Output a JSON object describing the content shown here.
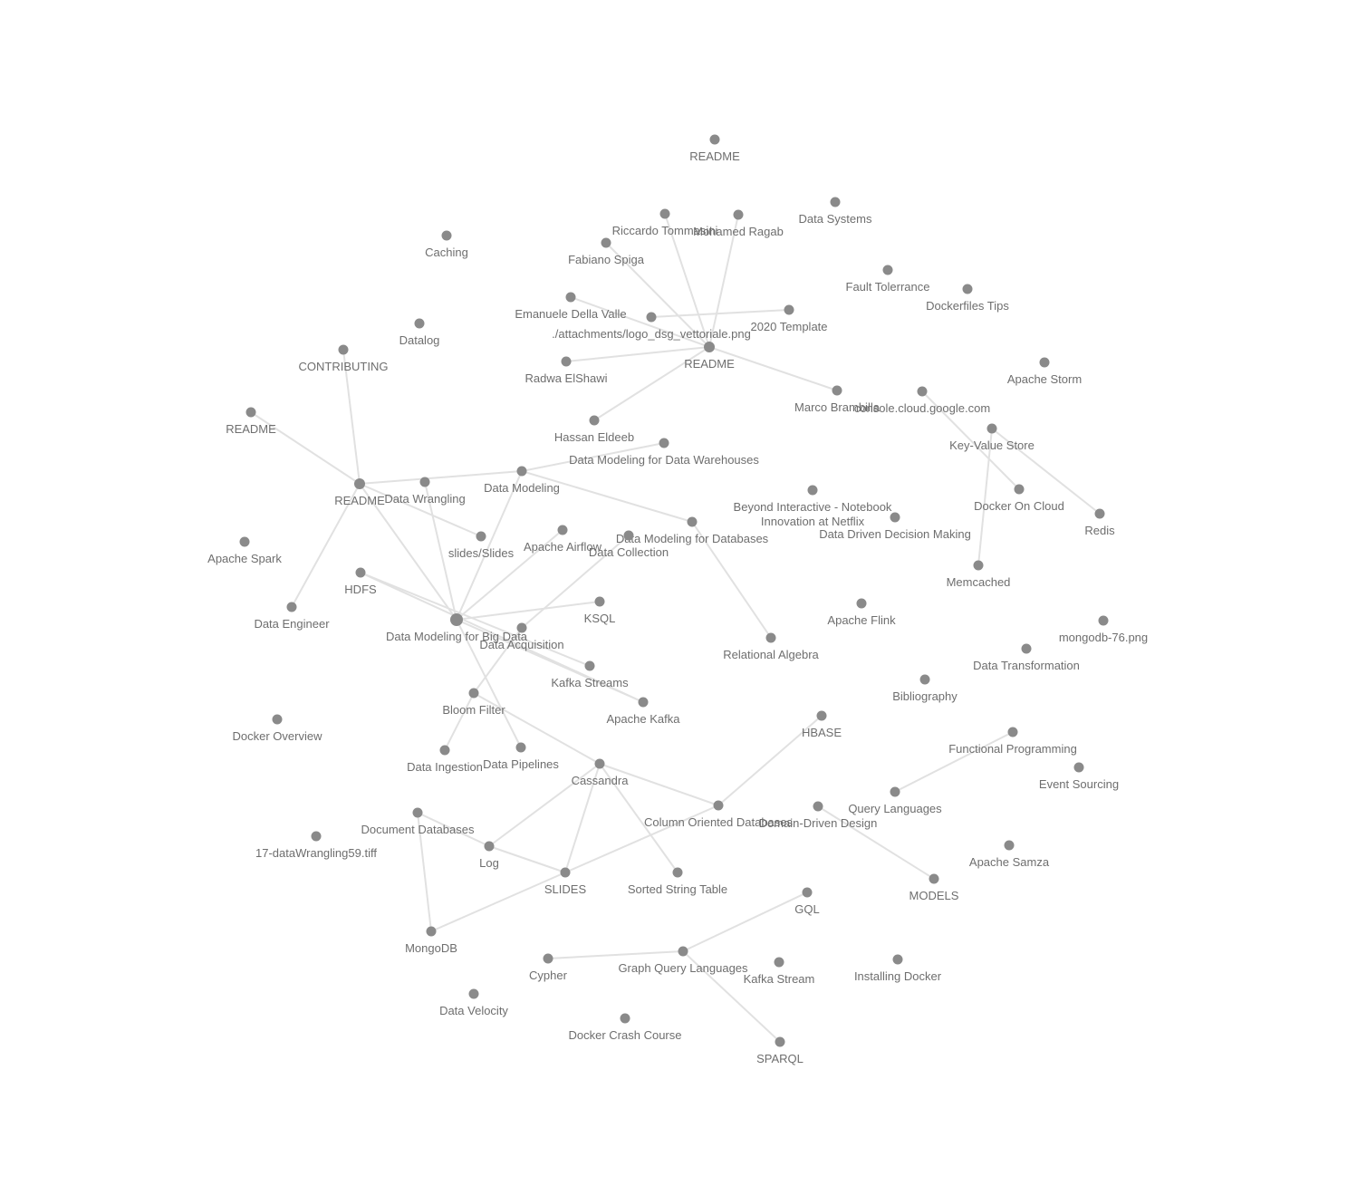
{
  "graph": {
    "nodes": [
      {
        "id": "n1",
        "label": "README"
      },
      {
        "id": "n2",
        "label": "Riccardo Tommasini"
      },
      {
        "id": "n3",
        "label": "Mohamed Ragab"
      },
      {
        "id": "n4",
        "label": "Data Systems"
      },
      {
        "id": "n5",
        "label": "Caching"
      },
      {
        "id": "n6",
        "label": "Fabiano Spiga"
      },
      {
        "id": "n7",
        "label": "Fault Tolerrance"
      },
      {
        "id": "n8",
        "label": "Dockerfiles Tips"
      },
      {
        "id": "n9",
        "label": "Emanuele Della Valle"
      },
      {
        "id": "n10",
        "label": "2020 Template"
      },
      {
        "id": "n11",
        "label": "./attachments/logo_dsg_vettoriale.png"
      },
      {
        "id": "n12",
        "label": "Datalog"
      },
      {
        "id": "n13",
        "label": "CONTRIBUTING"
      },
      {
        "id": "n14",
        "label": "README"
      },
      {
        "id": "n15",
        "label": "Radwa ElShawi"
      },
      {
        "id": "n16",
        "label": "Apache Storm"
      },
      {
        "id": "n17",
        "label": "Marco Brambilla"
      },
      {
        "id": "n18",
        "label": "console.cloud.google.com"
      },
      {
        "id": "n19",
        "label": "README"
      },
      {
        "id": "n20",
        "label": "Hassan Eldeeb"
      },
      {
        "id": "n21",
        "label": "Key-Value Store"
      },
      {
        "id": "n22",
        "label": "Data Modeling for Data Warehouses"
      },
      {
        "id": "n23",
        "label": "README"
      },
      {
        "id": "n24",
        "label": "Data Wrangling"
      },
      {
        "id": "n25",
        "label": "Data Modeling"
      },
      {
        "id": "n26",
        "label": "Beyond Interactive - Notebook Innovation at Netflix"
      },
      {
        "id": "n27",
        "label": "Docker On Cloud"
      },
      {
        "id": "n28",
        "label": "Redis"
      },
      {
        "id": "n29",
        "label": "Data Driven Decision Making"
      },
      {
        "id": "n30",
        "label": "Data Modeling for Databases"
      },
      {
        "id": "n31",
        "label": "Apache Spark"
      },
      {
        "id": "n32",
        "label": "slides/Slides"
      },
      {
        "id": "n33",
        "label": "Apache Airflow"
      },
      {
        "id": "n34",
        "label": "Data Collection"
      },
      {
        "id": "n35",
        "label": "HDFS"
      },
      {
        "id": "n36",
        "label": "Memcached"
      },
      {
        "id": "n37",
        "label": "Data Engineer"
      },
      {
        "id": "n38",
        "label": "KSQL"
      },
      {
        "id": "n39",
        "label": "Apache Flink"
      },
      {
        "id": "n40",
        "label": "Data Modeling for Big Data"
      },
      {
        "id": "n41",
        "label": "Data Acquisition"
      },
      {
        "id": "n42",
        "label": "mongodb-76.png"
      },
      {
        "id": "n43",
        "label": "Relational Algebra"
      },
      {
        "id": "n44",
        "label": "Data Transformation"
      },
      {
        "id": "n45",
        "label": "Kafka Streams"
      },
      {
        "id": "n46",
        "label": "Bibliography"
      },
      {
        "id": "n47",
        "label": "Bloom Filter"
      },
      {
        "id": "n48",
        "label": "Apache Kafka"
      },
      {
        "id": "n49",
        "label": "HBASE"
      },
      {
        "id": "n50",
        "label": "Docker Overview"
      },
      {
        "id": "n51",
        "label": "Functional Programming"
      },
      {
        "id": "n52",
        "label": "Data Ingestion"
      },
      {
        "id": "n53",
        "label": "Data Pipelines"
      },
      {
        "id": "n54",
        "label": "Cassandra"
      },
      {
        "id": "n55",
        "label": "Event Sourcing"
      },
      {
        "id": "n56",
        "label": "Query Languages"
      },
      {
        "id": "n57",
        "label": "Column Oriented Databases"
      },
      {
        "id": "n58",
        "label": "Domain-Driven Design"
      },
      {
        "id": "n59",
        "label": "Document Databases"
      },
      {
        "id": "n60",
        "label": "17-dataWrangling59.tiff"
      },
      {
        "id": "n61",
        "label": "Log"
      },
      {
        "id": "n62",
        "label": "Apache Samza"
      },
      {
        "id": "n63",
        "label": "SLIDES"
      },
      {
        "id": "n64",
        "label": "Sorted String Table"
      },
      {
        "id": "n65",
        "label": "MODELS"
      },
      {
        "id": "n66",
        "label": "GQL"
      },
      {
        "id": "n67",
        "label": "MongoDB"
      },
      {
        "id": "n68",
        "label": "Cypher"
      },
      {
        "id": "n69",
        "label": "Graph Query Languages"
      },
      {
        "id": "n70",
        "label": "Kafka Stream"
      },
      {
        "id": "n71",
        "label": "Installing Docker"
      },
      {
        "id": "n72",
        "label": "Data Velocity"
      },
      {
        "id": "n73",
        "label": "Docker Crash Course"
      },
      {
        "id": "n74",
        "label": "SPARQL"
      }
    ],
    "edges": [
      [
        "n2",
        "n19"
      ],
      [
        "n3",
        "n19"
      ],
      [
        "n6",
        "n19"
      ],
      [
        "n9",
        "n19"
      ],
      [
        "n11",
        "n10"
      ],
      [
        "n15",
        "n19"
      ],
      [
        "n20",
        "n19"
      ],
      [
        "n17",
        "n19"
      ],
      [
        "n14",
        "n23"
      ],
      [
        "n13",
        "n23"
      ],
      [
        "n23",
        "n25"
      ],
      [
        "n25",
        "n22"
      ],
      [
        "n25",
        "n30"
      ],
      [
        "n30",
        "n43"
      ],
      [
        "n23",
        "n32"
      ],
      [
        "n23",
        "n37"
      ],
      [
        "n23",
        "n40"
      ],
      [
        "n24",
        "n40"
      ],
      [
        "n25",
        "n40"
      ],
      [
        "n33",
        "n40"
      ],
      [
        "n38",
        "n40"
      ],
      [
        "n35",
        "n45"
      ],
      [
        "n35",
        "n48"
      ],
      [
        "n40",
        "n48"
      ],
      [
        "n34",
        "n41"
      ],
      [
        "n41",
        "n47"
      ],
      [
        "n40",
        "n53"
      ],
      [
        "n47",
        "n52"
      ],
      [
        "n47",
        "n54"
      ],
      [
        "n54",
        "n57"
      ],
      [
        "n54",
        "n61"
      ],
      [
        "n54",
        "n63"
      ],
      [
        "n54",
        "n64"
      ],
      [
        "n57",
        "n49"
      ],
      [
        "n57",
        "n63"
      ],
      [
        "n61",
        "n63"
      ],
      [
        "n59",
        "n61"
      ],
      [
        "n59",
        "n67"
      ],
      [
        "n63",
        "n67"
      ],
      [
        "n58",
        "n65"
      ],
      [
        "n56",
        "n51"
      ],
      [
        "n66",
        "n69"
      ],
      [
        "n68",
        "n69"
      ],
      [
        "n69",
        "n74"
      ],
      [
        "n18",
        "n27"
      ],
      [
        "n21",
        "n28"
      ],
      [
        "n21",
        "n36"
      ]
    ]
  }
}
